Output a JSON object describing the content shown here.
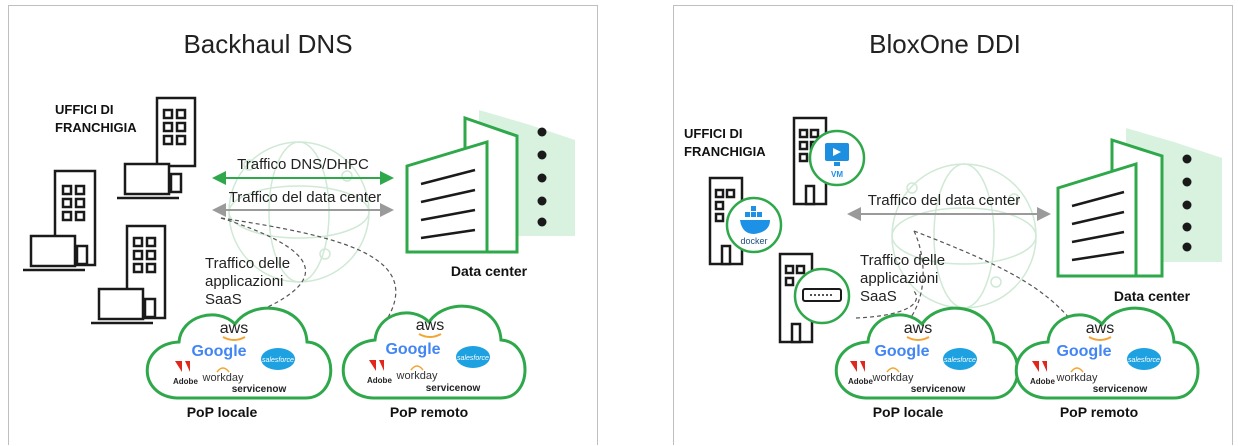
{
  "colors": {
    "green": "#2ea84a",
    "light_green": "#d9f2df",
    "gray_arrow": "#9a9a9a",
    "dark": "#1a1a1a",
    "adobe_red": "#e1261c",
    "google_blue": "#4285f4",
    "salesforce_blue": "#1ea1e0",
    "docker_blue": "#1d91e6",
    "vm_blue": "#1d8fe0"
  },
  "left": {
    "title": "Backhaul DNS",
    "franchise_line1": "UFFICI DI",
    "franchise_line2": "FRANCHIGIA",
    "dns_traffic": "Traffico DNS/DHPC",
    "dc_traffic": "Traffico del data center",
    "saas_line1": "Traffico delle",
    "saas_line2": "applicazioni",
    "saas_line3": "SaaS",
    "datacenter_label": "Data center",
    "pop_local": "PoP locale",
    "pop_remote": "PoP remoto"
  },
  "right": {
    "title": "BloxOne DDI",
    "franchise_line1": "UFFICI DI",
    "franchise_line2": "FRANCHIGIA",
    "dc_traffic": "Traffico del data center",
    "saas_line1": "Traffico delle",
    "saas_line2": "applicazioni",
    "saas_line3": "SaaS",
    "datacenter_label": "Data center",
    "pop_local": "PoP locale",
    "pop_remote": "PoP remoto",
    "docker_label": "docker",
    "vm_label": "VM"
  },
  "logos": {
    "aws": "aws",
    "google": "Google",
    "salesforce": "salesforce",
    "adobe": "Adobe",
    "workday": "workday",
    "servicenow": "servicenow"
  }
}
